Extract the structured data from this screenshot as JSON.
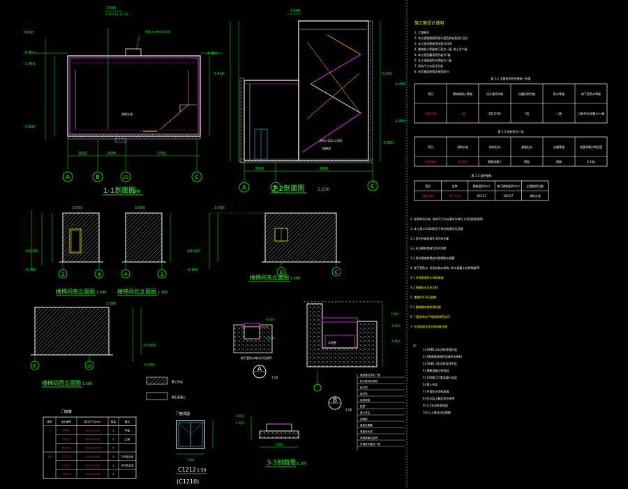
{
  "colors": {
    "background": "#000000",
    "wall": "#ffffff",
    "dimension": "#00ff00",
    "axis": "#00ff00",
    "stair": "#ff9900",
    "rebar": "#ff33ff",
    "note": "#ffff00",
    "red_text": "#ff3333",
    "section_title": "#33ff33",
    "water": "#33ccff",
    "hatch": "#888888"
  },
  "drawings": {
    "s11": {
      "title": "1-1剖面图",
      "scale": "1:100",
      "axes": [
        "A",
        "B",
        "10",
        "C"
      ],
      "dims": [
        "2000",
        "2600",
        "3700"
      ],
      "levels": [
        "0.050",
        "-0.450",
        "-1.450",
        "-3.500",
        "-1.450",
        "-0.450"
      ],
      "top_mark": "3.500",
      "callout": "-1.450 ±1 1:5.51"
    },
    "s22": {
      "title": "2-2剖面图",
      "scale": "1:100",
      "axes": [
        "A",
        "B",
        "C"
      ],
      "dims": [
        "2600",
        "3800"
      ],
      "levels": [
        "3.500",
        "0.050",
        "-0.450",
        "-1.450",
        "-3.500"
      ],
      "stair_label": "200×150=1500"
    },
    "e_south": {
      "title": "楼梯间南立面图",
      "scale": "1:100",
      "axes": [
        "3",
        "4"
      ],
      "top_mark": "3.500",
      "levels": [
        "±0.000",
        "-0.450"
      ]
    },
    "e_north": {
      "title": "楼梯间北立面图",
      "scale": "1:100",
      "axes": [
        "4",
        "3"
      ],
      "top_mark": "3.500"
    },
    "e_east": {
      "title": "楼梯间东立面图",
      "scale": "1:100",
      "axes": [
        "B",
        "C"
      ],
      "top_mark": "3.500",
      "levels": [
        "±0.000",
        "-0.450"
      ]
    },
    "e_west": {
      "title": "楼梯间西立面图",
      "scale": "1:100",
      "axes": [
        "C",
        "10"
      ],
      "top_mark": "3.500",
      "levels": [
        "±0.000",
        "-0.450"
      ]
    },
    "detailA": {
      "label": "A",
      "scale": "1:50"
    },
    "detailB": {
      "label": "B",
      "scale": "1:50"
    },
    "s33": {
      "title": "3-3剖面图",
      "scale": "1:100",
      "levels": [
        "-0.450",
        "-1.450"
      ],
      "dim": "1500"
    },
    "door": {
      "title": "门窗详图",
      "code": "C1212",
      "scale": "1:50",
      "code2": "(C1210)",
      "width": "1200"
    }
  },
  "door_table": {
    "title": "门窗表",
    "headers": [
      "类别",
      "设计编号",
      "洞口尺寸(mm)",
      "数量",
      "备注"
    ],
    "rows": [
      [
        "门",
        "FM甲1",
        "1500×2100",
        "1",
        "甲级"
      ],
      [
        "",
        "FM乙1",
        "1000×2100",
        "2",
        "乙级"
      ],
      [
        "",
        "M1021",
        "1000×2100",
        "1",
        ""
      ],
      [
        "窗",
        "C1212",
        "1200×1200",
        "2",
        "平开铝合金"
      ],
      [
        "",
        "C1210",
        "1200×1000",
        "2",
        "平开铝合金"
      ],
      [
        "",
        "C1215",
        "1200×1500",
        "2",
        ""
      ]
    ]
  },
  "legend": [
    "素土夯实",
    "细石混凝土"
  ],
  "notes_b": [
    "面层做法详见一般",
    "防水层详见说明",
    "找平层",
    "保护层",
    "结构底板",
    "垫层",
    "素土夯实",
    "回填层",
    "盖板见图集",
    "底板防水层",
    "底板厚度见结构",
    "外墙防水做法一般"
  ],
  "design_notes": {
    "title": "施工图设计说明",
    "items": [
      "1. 工程概况",
      "2. 本工程按照国家现行规范及标准进行设计",
      "3. 本工程合理使用年限为50年",
      "4. 建筑耐火等级地下室为一级, 地上为二级",
      "5. 本工程抗震设防烈度为7度",
      "6. 本工程屋面防水等级为二级",
      "7. 所有尺寸以标注为准",
      "8. 未尽事宜按相关规范执行"
    ]
  },
  "table1": {
    "caption": "表 1.1    主要技术经济指标一览表",
    "headers": [
      "项目",
      "建筑物耐火等级",
      "设计使用年限",
      "抗震设防烈度",
      "防水等级",
      "地下室防水等级"
    ],
    "values": [
      "消防水池",
      "一级",
      "3类(50年)",
      "7度",
      "二级",
      "二级(防水混凝土)一级"
    ],
    "red_values": [
      "消防水池",
      "一级"
    ]
  },
  "table2": {
    "caption": "表 1.2    结构形式一览",
    "headers": [
      "项目",
      "消防水池",
      "结构形式",
      "基础形式",
      "抗震等级",
      "地基承载力特征值"
    ],
    "values": [
      "水池结构",
      "6.25m",
      "钢筋混凝土",
      "筏板",
      "四级",
      "0.10g"
    ]
  },
  "table3": {
    "caption": "表 1.3    面积指标",
    "headers": [
      "项目",
      "名称",
      "建筑面积(m²)",
      "地下建筑面积(m²)",
      "主要使用功能"
    ],
    "values": [
      "消防水池",
      "地下水池",
      "302.67",
      "302.67",
      "消防水池"
    ]
  },
  "text_notes": [
    "2. 标高单位为米, 其余尺寸均以毫米为单位 (详见各图说明)",
    "3. 本工程±0.000相当于绝对标高详见总图",
    "3.1 室内外高差按0.450米计算",
    "3.2 未注明的墙体均为200厚",
    "3.3 所有管道穿墙处均预埋防水套管",
    "4. 地下室防水: 采用自防水结构, 防水混凝土抗渗等级P6",
    "4.1 外墙采用防水涂料两道",
    "4.2 底板防水详见大样",
    "5. 楼梯栏杆详见图集",
    "5.1 楼梯踏步做防滑处理",
    "6. 门窗安装应严格按照规范执行",
    "7. 外墙面做法详见材料做法表"
  ],
  "list_notes": [
    "1) 20厚1:2水泥砂浆保护层",
    "2) 4厚高聚物改性沥青防水卷材",
    "3) 20厚1:3水泥砂浆找平层",
    "4) 钢筋混凝土结构层",
    "5) 100厚C15素混凝土垫层",
    "6) 素土夯实",
    "7) 外墙防水涂料两道",
    "8) 防水层上翻至室外地坪",
    "9) 1:2水泥砂浆抹面",
    "10) 以上做法详见图集"
  ],
  "tiny_words": {
    "water": "消防水池",
    "stair": "楼梯间",
    "arrow_note": "钢板止水带详见大样",
    "detail_note": "地下室防水做法详见说明",
    "detail_note2": "水池壁",
    "note_head": "注:"
  }
}
